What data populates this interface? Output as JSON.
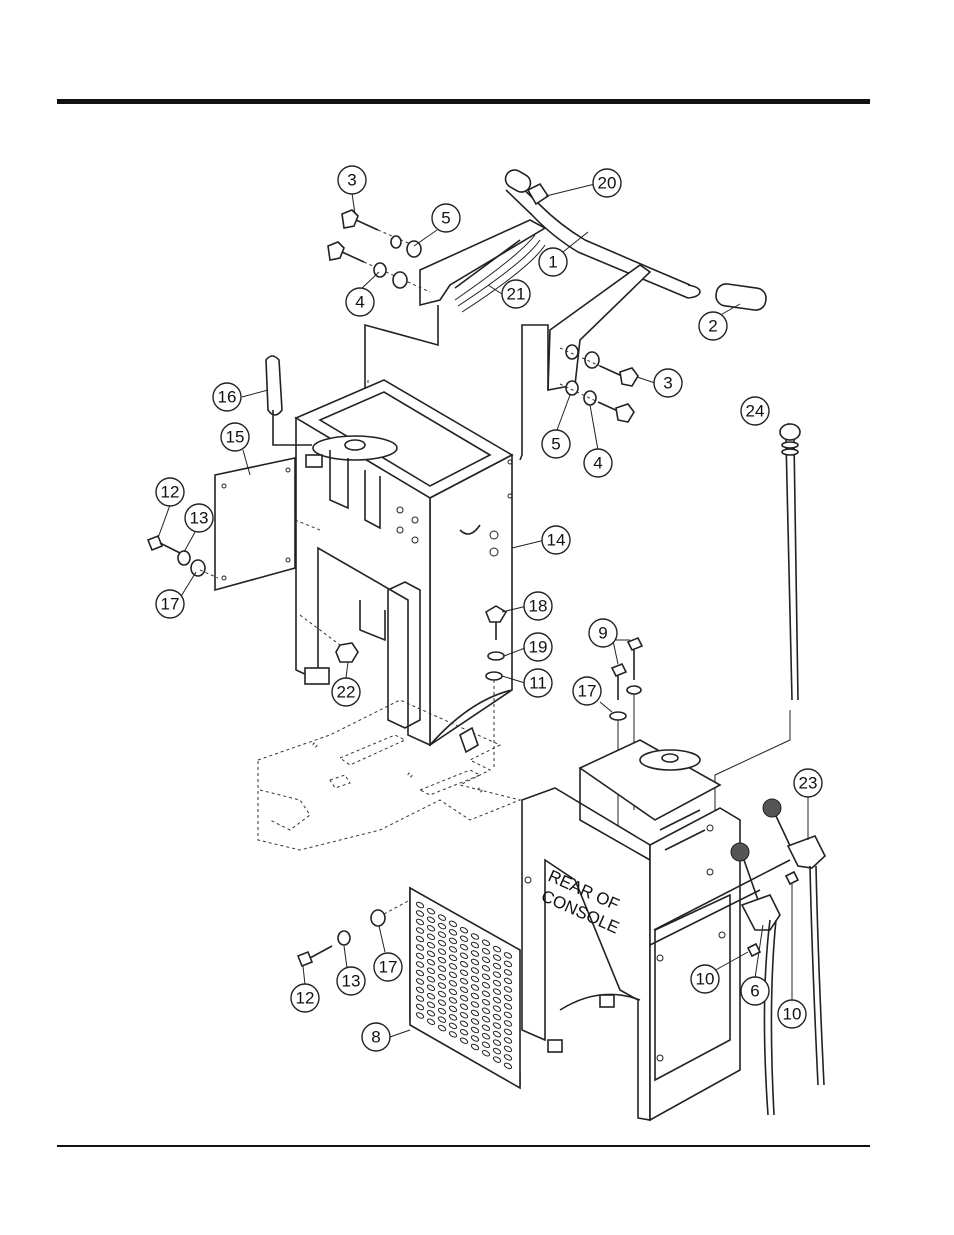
{
  "callouts": [
    {
      "id": "c1",
      "label": "1"
    },
    {
      "id": "c2",
      "label": "2"
    },
    {
      "id": "c3a",
      "label": "3"
    },
    {
      "id": "c3b",
      "label": "3"
    },
    {
      "id": "c4a",
      "label": "4"
    },
    {
      "id": "c4b",
      "label": "4"
    },
    {
      "id": "c5a",
      "label": "5"
    },
    {
      "id": "c5b",
      "label": "5"
    },
    {
      "id": "c6",
      "label": "6"
    },
    {
      "id": "c8",
      "label": "8"
    },
    {
      "id": "c9",
      "label": "9"
    },
    {
      "id": "c10a",
      "label": "10"
    },
    {
      "id": "c10b",
      "label": "10"
    },
    {
      "id": "c11",
      "label": "11"
    },
    {
      "id": "c12a",
      "label": "12"
    },
    {
      "id": "c12b",
      "label": "12"
    },
    {
      "id": "c13a",
      "label": "13"
    },
    {
      "id": "c13b",
      "label": "13"
    },
    {
      "id": "c14",
      "label": "14"
    },
    {
      "id": "c15",
      "label": "15"
    },
    {
      "id": "c16",
      "label": "16"
    },
    {
      "id": "c17a",
      "label": "17"
    },
    {
      "id": "c17b",
      "label": "17"
    },
    {
      "id": "c17c",
      "label": "17"
    },
    {
      "id": "c18",
      "label": "18"
    },
    {
      "id": "c19",
      "label": "19"
    },
    {
      "id": "c20",
      "label": "20"
    },
    {
      "id": "c21",
      "label": "21"
    },
    {
      "id": "c22",
      "label": "22"
    },
    {
      "id": "c23",
      "label": "23"
    },
    {
      "id": "c24",
      "label": "24"
    }
  ],
  "rear_label": {
    "line1": "REAR OF",
    "line2": "CONSOLE"
  }
}
